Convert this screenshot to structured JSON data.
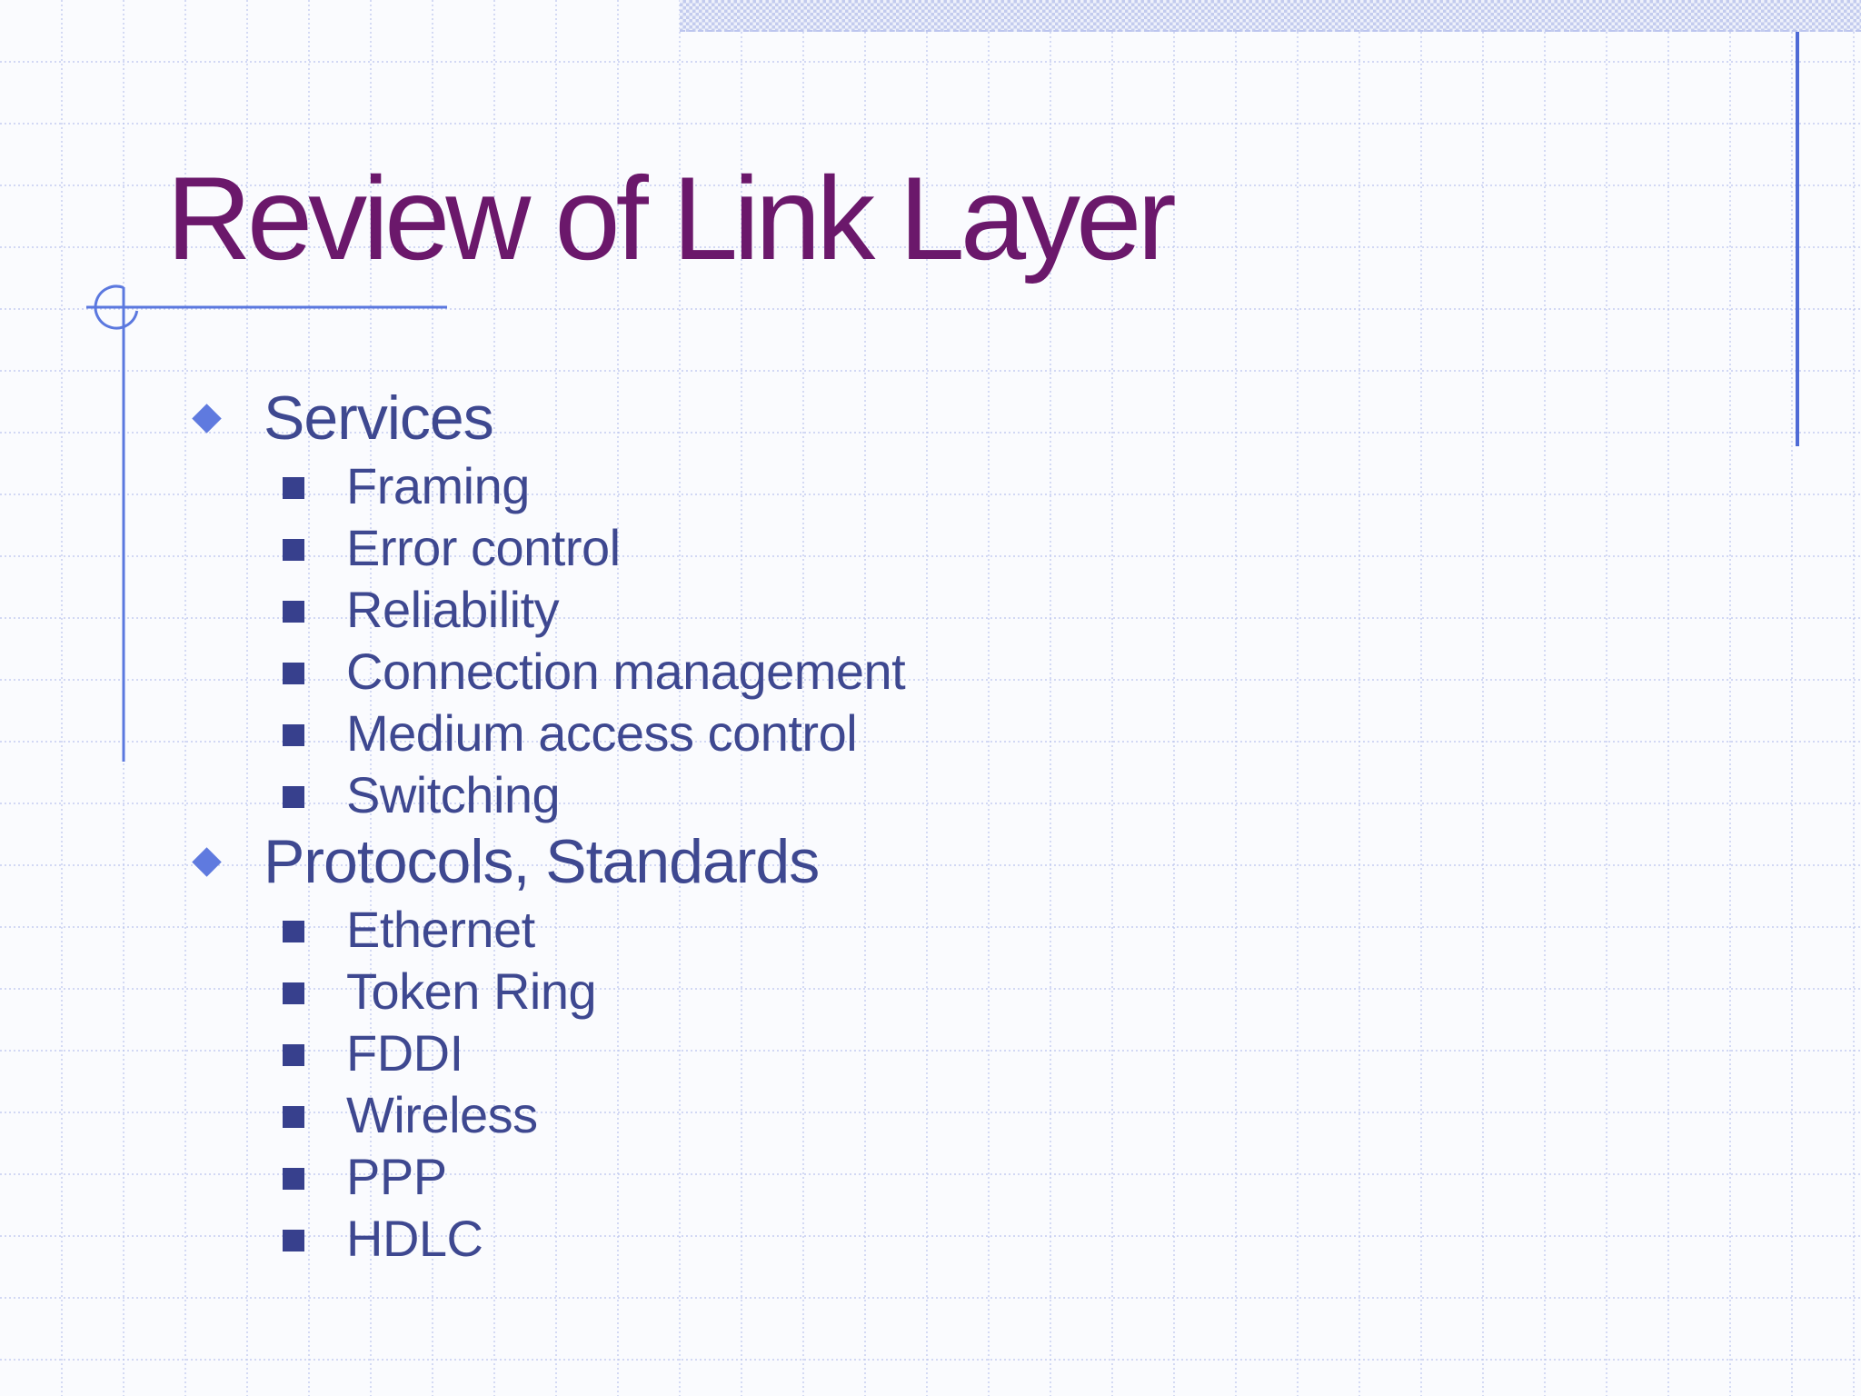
{
  "slide": {
    "title": "Review of Link Layer",
    "sections": [
      {
        "title": "Services",
        "bullet_icon": "diamond-icon",
        "item_icon": "square-icon",
        "items": [
          "Framing",
          "Error control",
          "Reliability",
          "Connection management",
          "Medium access control",
          "Switching"
        ]
      },
      {
        "title": "Protocols, Standards",
        "bullet_icon": "diamond-icon",
        "item_icon": "square-icon",
        "items": [
          "Ethernet",
          "Token Ring",
          "FDDI",
          "Wireless",
          "PPP",
          "HDLC"
        ]
      }
    ]
  },
  "colors": {
    "background": "#fafbfe",
    "grid_line": "#bcc5ee",
    "accent_line": "#5b78df",
    "right_edge_line": "#4f6bd6",
    "top_bar_blue": "#c3cbee",
    "top_bar_white": "#eef1fb",
    "title_text": "#6b186b",
    "body_text": "#3e4890",
    "diamond_bullet": "#5f7adf",
    "square_bullet": "#37408d"
  }
}
